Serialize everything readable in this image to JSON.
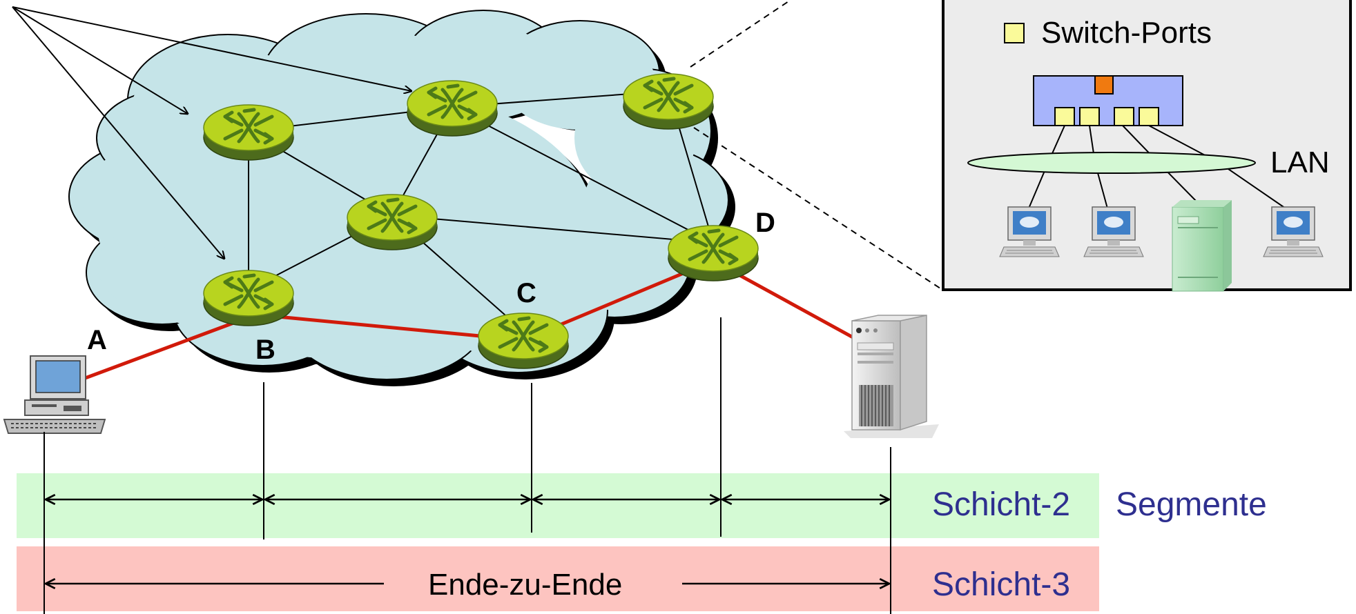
{
  "nodes": {
    "A": "A",
    "B": "B",
    "C": "C",
    "D": "D"
  },
  "inset": {
    "legend_label": "Switch-Ports",
    "lan_label": "LAN"
  },
  "bands": {
    "layer2_label": "Schicht-2",
    "layer2_desc": "Segmente",
    "layer3_label": "Schicht-3",
    "end_to_end_label": "Ende-zu-Ende"
  },
  "colors": {
    "cloud": "#c5e4e8",
    "router_top": "#b8d41f",
    "router_side": "#4d6b1c",
    "route_line": "#d11a0a",
    "band_layer2": "#d4fad4",
    "band_layer3": "#fdc4c0",
    "label_blue": "#2e2f8f",
    "switch_body": "#a7b4fb",
    "switch_port": "#fafa9a",
    "switch_uplink": "#f07a10",
    "lan_ellipse": "#d4f8d4",
    "inset_bg": "#ececec"
  }
}
